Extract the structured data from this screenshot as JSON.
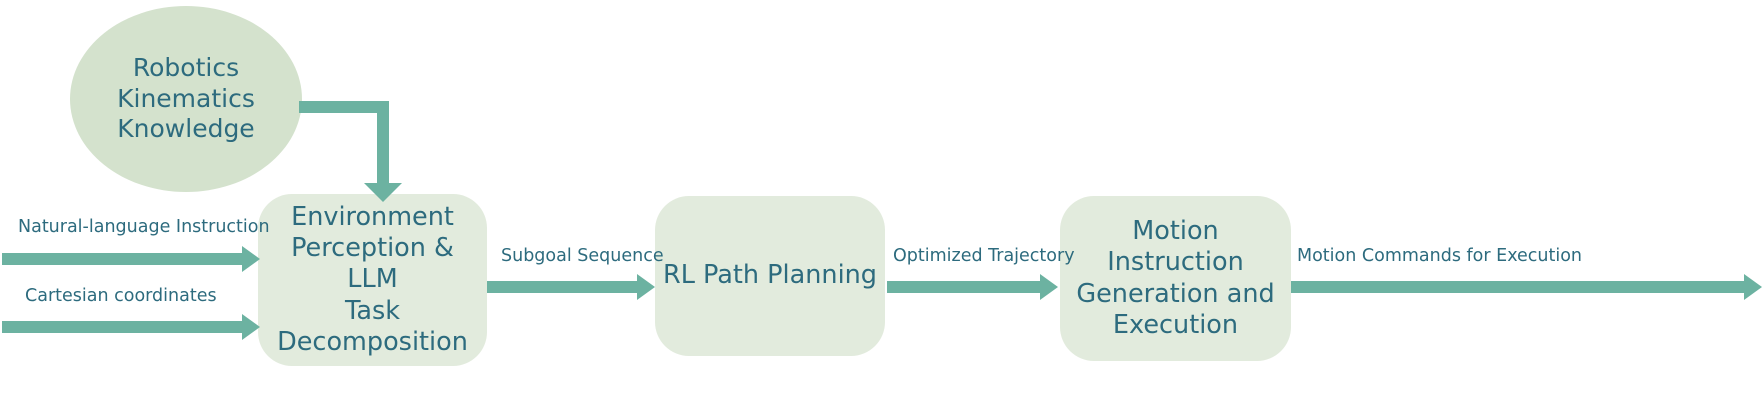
{
  "diagram": {
    "title": "Robotic task pipeline flow diagram",
    "colors": {
      "node_fill": "#e2ebdd",
      "ellipse_fill": "#d4e2cd",
      "arrow": "#6cb2a1",
      "text": "#2d6b7e",
      "background": "#ffffff"
    },
    "nodes": {
      "knowledge": {
        "label": "Robotics\nKinematics\nKnowledge",
        "shape": "ellipse"
      },
      "perception": {
        "label": "Environment\nPerception & LLM\nTask\nDecomposition",
        "shape": "rounded-rectangle"
      },
      "rl": {
        "label": "RL Path Planning",
        "shape": "rounded-rectangle"
      },
      "motion": {
        "label": "Motion Instruction\nGeneration and\nExecution",
        "shape": "rounded-rectangle"
      }
    },
    "edges": {
      "input_instruction": {
        "label": "Natural-language Instruction",
        "to": "perception"
      },
      "input_cartesian": {
        "label": "Cartesian coordinates",
        "to": "perception"
      },
      "knowledge_to_perception": {
        "label": "",
        "from": "knowledge",
        "to": "perception"
      },
      "perception_to_rl": {
        "label": "Subgoal Sequence",
        "from": "perception",
        "to": "rl"
      },
      "rl_to_motion": {
        "label": "Optimized Trajectory",
        "from": "rl",
        "to": "motion"
      },
      "motion_output": {
        "label": "Motion Commands for Execution",
        "from": "motion"
      }
    }
  }
}
